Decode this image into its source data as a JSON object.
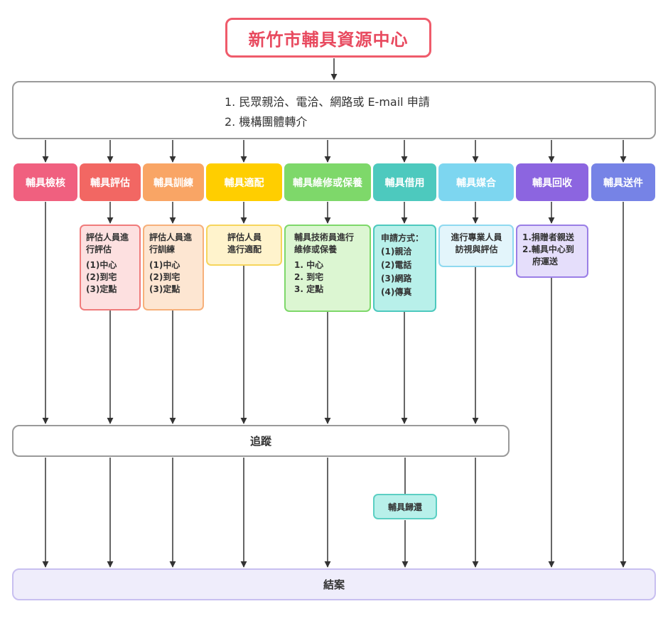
{
  "title": "新竹市輔具資源中心",
  "intake": {
    "line1": "1. 民眾親洽、電洽、網路或 E-mail 申請",
    "line2": "2. 機構團體轉介"
  },
  "services": [
    {
      "label": "輔具檢核",
      "color": "#f0607f"
    },
    {
      "label": "輔具評估",
      "color": "#f26763"
    },
    {
      "label": "輔具訓練",
      "color": "#f9a565"
    },
    {
      "label": "輔具適配",
      "color": "#ffce00"
    },
    {
      "label": "輔具維修或保養",
      "color": "#7ed86a"
    },
    {
      "label": "輔具借用",
      "color": "#4dc9be"
    },
    {
      "label": "輔具媒合",
      "color": "#7dd6f0"
    },
    {
      "label": "輔具回收",
      "color": "#8c65e0"
    },
    {
      "label": "輔具送件",
      "color": "#7683e6"
    }
  ],
  "details": {
    "evaluation": [
      "評估人員進",
      "行評估",
      "(1)中心",
      "(2)到宅",
      "(3)定點"
    ],
    "training": [
      "評估人員進",
      "行訓練",
      "(1)中心",
      "(2)到宅",
      "(3)定點"
    ],
    "fitting": [
      "評估人員",
      "進行適配"
    ],
    "repair": [
      "輔具技術員進行",
      "維修或保養",
      "1. 中心",
      "2. 到宅",
      "3. 定點"
    ],
    "loan": [
      "申請方式：",
      "(1)親洽",
      "(2)電話",
      "(3)網路",
      "(4)傳真"
    ],
    "matching": [
      "進行專業人員",
      "訪視與評估"
    ],
    "recycle": [
      "1.捐贈者親送",
      "2.輔具中心到",
      "府運送"
    ]
  },
  "tracking": "追蹤",
  "return_label": "輔具歸還",
  "closing": "結案"
}
